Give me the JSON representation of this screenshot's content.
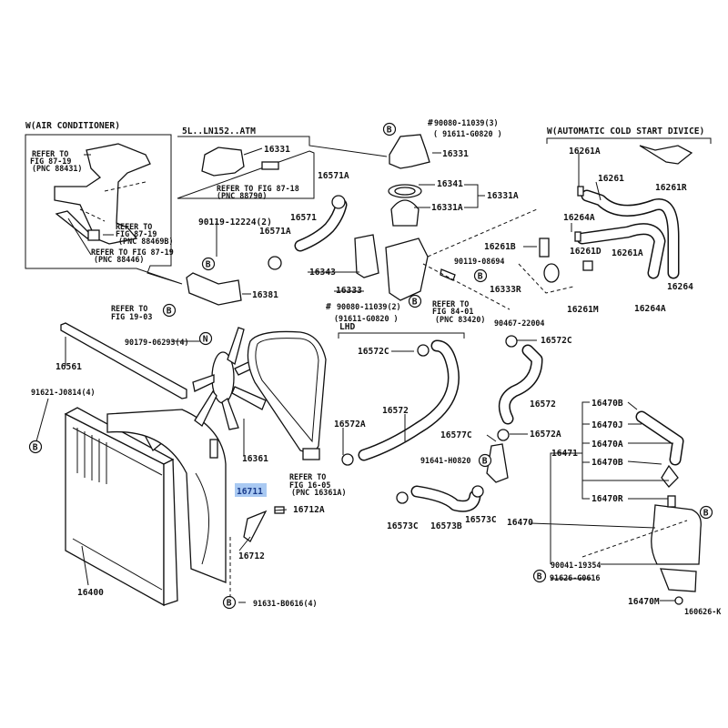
{
  "diagram": {
    "section_ac": "W(AIR CONDITIONER)",
    "section_5l": "5L..LN152..ATM",
    "section_cold_start": "W(AUTOMATIC COLD START DIVICE)",
    "section_lhd": "LHD",
    "figure_code": "160626-K",
    "highlighted_part": "16711",
    "callout_b": "B",
    "callout_n": "N",
    "hash": "#"
  },
  "labels": {
    "ref1a": "REFER TO",
    "ref1b": "FIG 87-19",
    "ref1c": "(PNC 88431)",
    "ref2a": "REFER TO",
    "ref2b": "FIG 87-19",
    "ref2c": "(PNC 88469B)",
    "ref3a": "REFER TO FIG 87-19",
    "ref3b": "(PNC 88446)",
    "p16331_inset": "16331",
    "ref4a": "REFER TO FIG 87-18",
    "ref4b": "(PNC 88790)",
    "p90119_12224": "90119-12224(2)",
    "p16381": "16381",
    "ref5a": "REFER TO",
    "ref5b": "FIG 19-03",
    "p90080_3": "90080-11039(3)",
    "p91611_a": "( 91611-G0820  )",
    "p16331": "16331",
    "p16571A_1": "16571A",
    "p16341": "16341",
    "p16331A_grp": "16331A",
    "p16331A": "16331A",
    "p16571": "16571",
    "p16571A_2": "16571A",
    "p16343": "16343",
    "p16261B": "16261B",
    "p90119_08694": "90119-08694",
    "p16333": "16333",
    "p16333R": "16333R",
    "p90080_2": "90080-11039(2)",
    "p91611_b": "(91611-G0820  )",
    "ref6a": "REFER TO",
    "ref6b": "FIG 84-01",
    "ref6c": "(PNC 83420)",
    "p90467": "90467-22004",
    "p16261A_1": "16261A",
    "p16261": "16261",
    "p16261R": "16261R",
    "p16264A_1": "16264A",
    "p16261D": "16261D",
    "p16261A_2": "16261A",
    "p16264": "16264",
    "p16261M": "16261M",
    "p16264A_2": "16264A",
    "p90179": "90179-06293(4)",
    "p16561": "16561",
    "p16572C_1": "16572C",
    "p16572C_2": "16572C",
    "p91621": "91621-J0814(4)",
    "p16572_1": "16572",
    "p16572_2": "16572",
    "p16572A_1": "16572A",
    "p16577C": "16577C",
    "p16572A_2": "16572A",
    "p16361": "16361",
    "p91641": "91641-H0820",
    "ref7a": "REFER TO",
    "ref7b": "FIG 16-05",
    "ref7c": "(PNC 16361A)",
    "p16712A": "16712A",
    "p16573C_1": "16573C",
    "p16573B": "16573B",
    "p16573C_2": "16573C",
    "p16470": "16470",
    "p16712": "16712",
    "p16400": "16400",
    "p91631": "91631-B0616(4)",
    "p16470B_1": "16470B",
    "p16470J": "16470J",
    "p16470A": "16470A",
    "p16471": "16471",
    "p16470B_2": "16470B",
    "p16470R": "16470R",
    "p90041": "90041-19354",
    "p91626": "91626-G0616",
    "p16470M": "16470M"
  }
}
